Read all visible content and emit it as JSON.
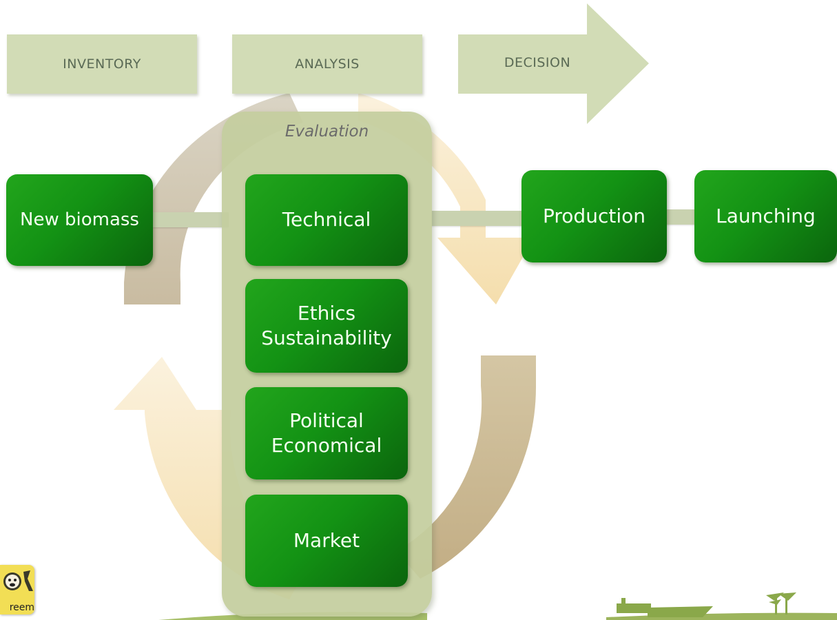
{
  "phases": {
    "inventory": "INVENTORY",
    "analysis": "ANALYSIS",
    "decision": "DECISION"
  },
  "evaluation": {
    "title": "Evaluation",
    "items": [
      {
        "lines": [
          "Technical"
        ]
      },
      {
        "lines": [
          "Ethics",
          "Sustainability"
        ]
      },
      {
        "lines": [
          "Political",
          "Economical"
        ]
      },
      {
        "lines": [
          "Market"
        ]
      }
    ]
  },
  "flow": {
    "start": "New biomass",
    "production": "Production",
    "launching": "Launching"
  },
  "logo": {
    "text": "reem",
    "icon": "bear-face-icon"
  },
  "decoration": {
    "icon": "landscape-silhouette-icon"
  },
  "colors": {
    "phase_box": "#d2dcb6",
    "green_box": "#139214",
    "eval_panel": "#c4ce9e",
    "cycle_tan": "#c9bb96",
    "cycle_cream": "#f6e3bb"
  }
}
